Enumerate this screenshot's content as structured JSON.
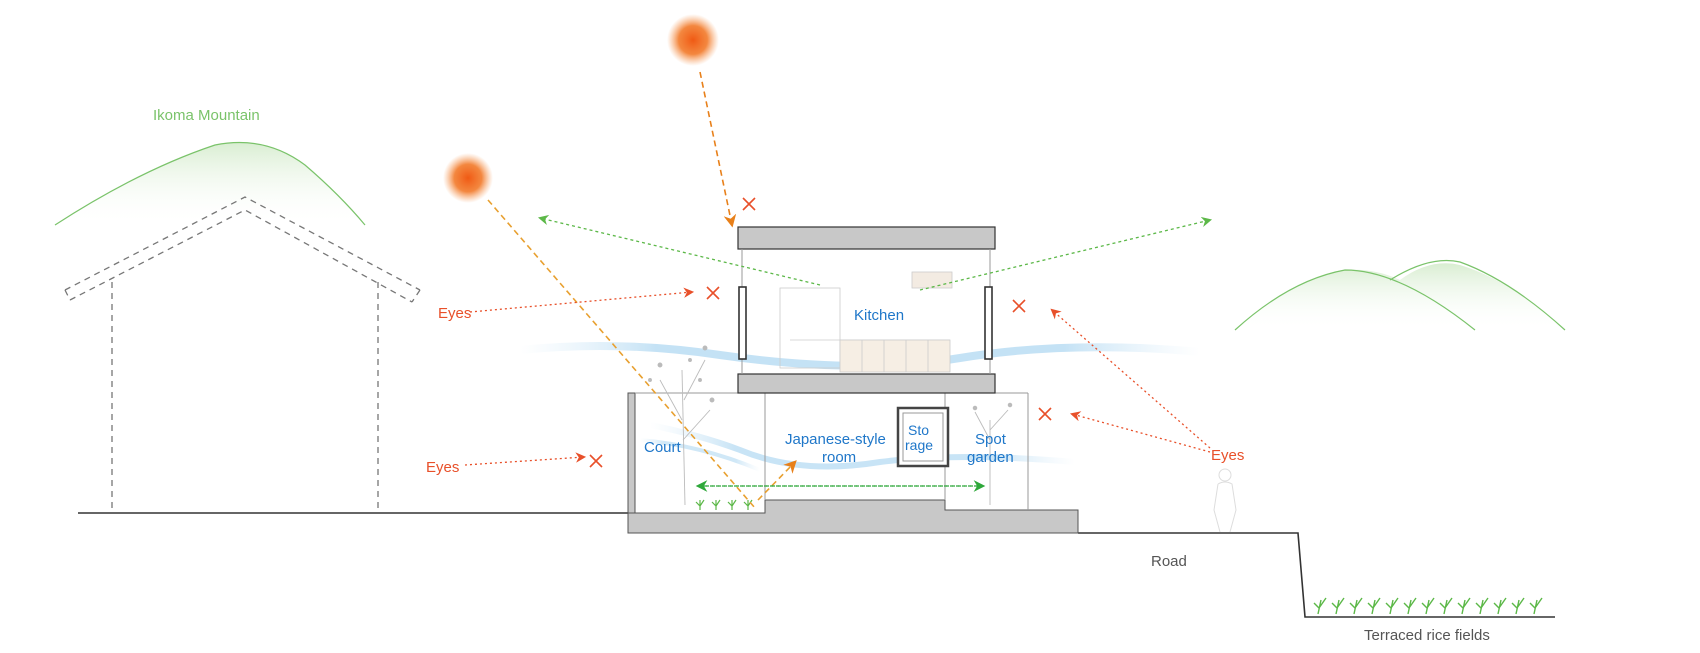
{
  "labels": {
    "mountain": "Ikoma Mountain",
    "kitchen": "Kitchen",
    "court": "Court",
    "japanese_room_line1": "Japanese-style",
    "japanese_room_line2": "room",
    "storage_line1": "Sto",
    "storage_line2": "rage",
    "spot_garden_line1": "Spot",
    "spot_garden_line2": "garden",
    "road": "Road",
    "rice_fields": "Terraced rice fields",
    "eyes_upper_left": "Eyes",
    "eyes_lower_left": "Eyes",
    "eyes_right": "Eyes"
  },
  "colors": {
    "mountain": "#7ac36a",
    "room_label": "#1f77c9",
    "eyes": "#e8502a",
    "sun": "#f06a1e",
    "sun_ray": "#e8801a",
    "view_line": "#5cb848",
    "wind": "#a8d4f0",
    "structure": "#c8c8c8",
    "outline": "#333333",
    "road_text": "#555555"
  }
}
